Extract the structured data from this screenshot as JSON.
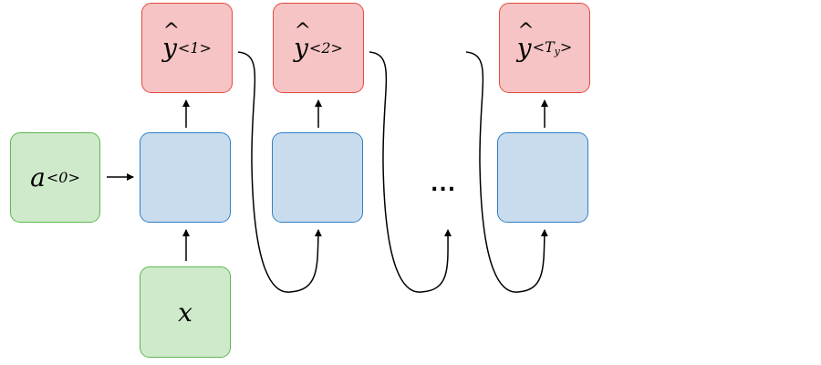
{
  "initial_activation": {
    "base": "a",
    "superscript": "0"
  },
  "input": {
    "label": "x"
  },
  "outputs": [
    {
      "base": "y",
      "superscript": "1",
      "sub": ""
    },
    {
      "base": "y",
      "superscript": "2",
      "sub": ""
    },
    {
      "base": "y",
      "superscript": "T",
      "sub": "y"
    }
  ],
  "ellipsis": "...",
  "colors": {
    "input_fill": "#cfeacb",
    "input_border": "#5cb74f",
    "cell_fill": "#c9dcee",
    "cell_border": "#2f7fc4",
    "output_fill": "#f6c4c4",
    "output_border": "#e24b3e"
  }
}
